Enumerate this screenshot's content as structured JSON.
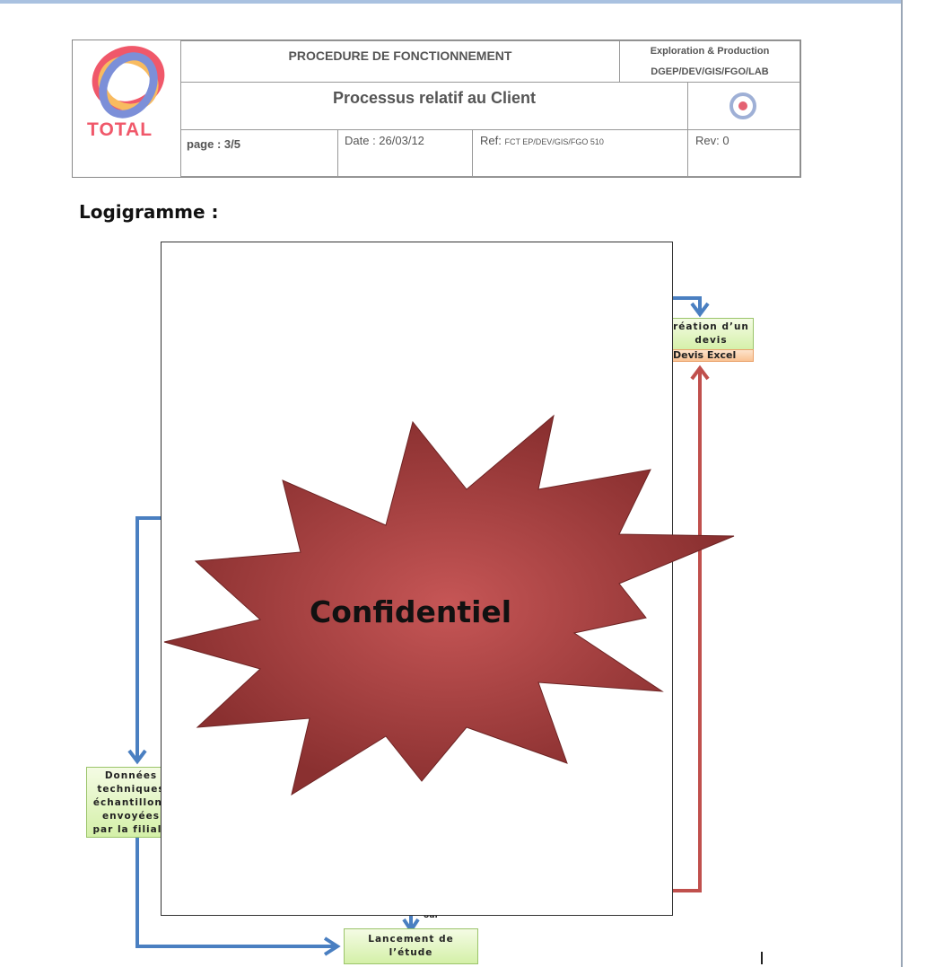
{
  "header": {
    "brand": "TOTAL",
    "procedure": "PROCEDURE  DE  FONCTIONNEMENT",
    "division": "Exploration & Production",
    "department": "DGEP/DEV/GIS/FGO/LAB",
    "title": "Processus relatif au Client",
    "page": "page : 3/5",
    "date": "Date : 26/03/12",
    "ref_label": "Ref:",
    "ref_value": "FCT EP/DEV/GIS/FGO 510",
    "rev": "Rev: 0"
  },
  "section_title": "Logigramme :",
  "flow": {
    "creation_devis": "réation d’un devis",
    "devis_excel": "Devis Excel",
    "donnees": "Données techniques échantillons envoyées par la filiale",
    "lancement": "Lancement de l’étude",
    "oui": "oui"
  },
  "stamp": "Confidentiel",
  "colors": {
    "arrow_blue": "#4a7fc1",
    "arrow_red": "#c0504d",
    "stamp": "#8e3535"
  }
}
